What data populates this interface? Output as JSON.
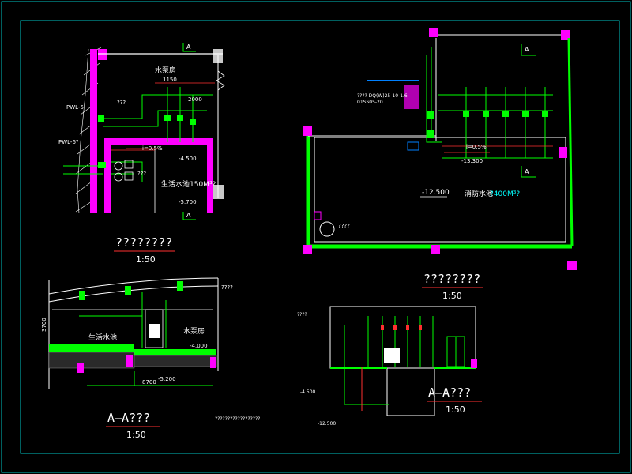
{
  "colors": {
    "background": "#000000",
    "frame": "#00c0c0",
    "wall": "#ff00ff",
    "pipe_green": "#00ff00",
    "white": "#ffffff",
    "red": "#ff3030",
    "cyan_text": "#00ffff",
    "pipe_magenta": "#ff00ff",
    "blue_text": "#8080ff"
  },
  "views": {
    "plan_left": {
      "title": "????????",
      "scale": "1:50",
      "room_label": "水泵房",
      "tank_label": "生活水池150M³?",
      "labels": {
        "pwl": "PWL-5",
        "pwl_a": "PWL-6?",
        "dim_1150": "1150",
        "dim_2000": "2000",
        "level_minus": "-4.500",
        "level_minus2": "-5.700",
        "slope": "i=0.5%",
        "q1": "???",
        "q2": "???",
        "section_mark": "A",
        "section_mark_b": "A"
      }
    },
    "plan_right": {
      "title": "????????",
      "scale": "1:50",
      "tank_label": "消防水池",
      "tank_volume": "?400M³?",
      "level": "-12.500",
      "labels": {
        "pump_model": "???? DQ(W)25-10-1.6",
        "std": "01SS05-20",
        "level_right": "-13.300",
        "slope_right": "i=0.5%",
        "mark": "A",
        "mark_b": "A",
        "q_drain": "????"
      }
    },
    "section_left": {
      "title": "A—A???",
      "scale": "1:50",
      "room_label": "水泵房",
      "tank_label": "生活水池",
      "dim_total": "8700",
      "level_a": "-4.000",
      "level_b": "-5.200",
      "dim_v": "3700",
      "note_right": "????",
      "bottom_note": "??????????????????"
    },
    "section_right": {
      "title": "A—A???",
      "scale": "1:50",
      "level_a": "-4.500",
      "level_b": "-12.500",
      "q": "????"
    }
  }
}
